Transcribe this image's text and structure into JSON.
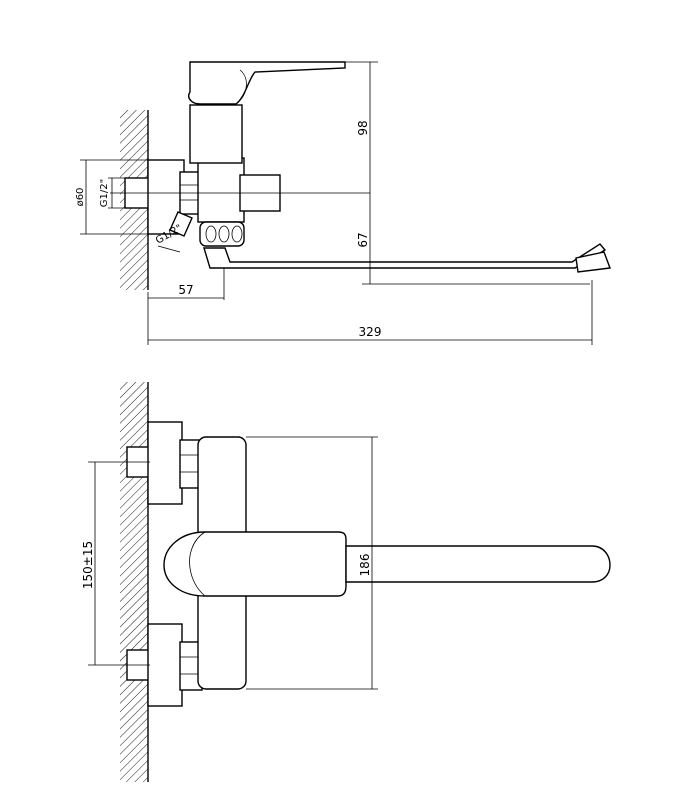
{
  "side_view": {
    "dim_height_top": "98",
    "dim_height_spout": "67",
    "dim_wall_offset": "57",
    "dim_total_length": "329",
    "dim_flange_diameter": "ø60",
    "dim_thread_inlet": "G1/2\"",
    "dim_thread_outlet": "G1/2\""
  },
  "front_view": {
    "dim_inlet_spacing": "150±15",
    "dim_height": "186"
  },
  "colors": {
    "line": "#000000",
    "background": "#ffffff"
  }
}
